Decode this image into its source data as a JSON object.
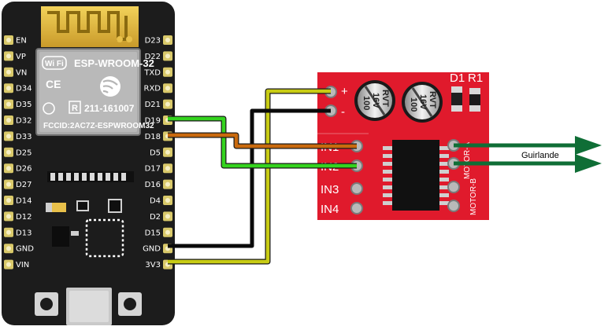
{
  "esp32": {
    "left_pins": [
      "EN",
      "VP",
      "VN",
      "D34",
      "D35",
      "D32",
      "D33",
      "D25",
      "D26",
      "D27",
      "D14",
      "D12",
      "D13",
      "GND",
      "VIN"
    ],
    "right_pins": [
      "D23",
      "D22",
      "TXD",
      "RXD",
      "D21",
      "D19",
      "D18",
      "D5",
      "D17",
      "D16",
      "D4",
      "D2",
      "D15",
      "GND",
      "3V3"
    ],
    "module": {
      "name": "ESP-WROOM-32",
      "wifi": "Wi Fi",
      "ce": "CE",
      "r_mark": "R",
      "cert": "211-161007",
      "fcc": "FCCID:2AC7Z-ESPWROOM32"
    }
  },
  "driver": {
    "plus": "+",
    "minus": "-",
    "inputs": [
      "IN1",
      "IN2",
      "IN3",
      "IN4"
    ],
    "cap1": [
      "100",
      "16V",
      "RVT"
    ],
    "cap2": [
      "100",
      "16V",
      "RVT"
    ],
    "d1": "D1",
    "r1": "R1",
    "motor_a": "MOTOR-A",
    "motor_b": "MOTOR-B"
  },
  "output_label": "Guirlande",
  "colors": {
    "board": "#1c1c1c",
    "pin": "#d9c96a",
    "driver": "#e01a2c",
    "wire_green": "#34d31e",
    "wire_orange": "#c96a0e",
    "wire_yellow": "#c8cc14",
    "wire_black": "#0a0a0a",
    "arrow": "#0f6e36"
  }
}
